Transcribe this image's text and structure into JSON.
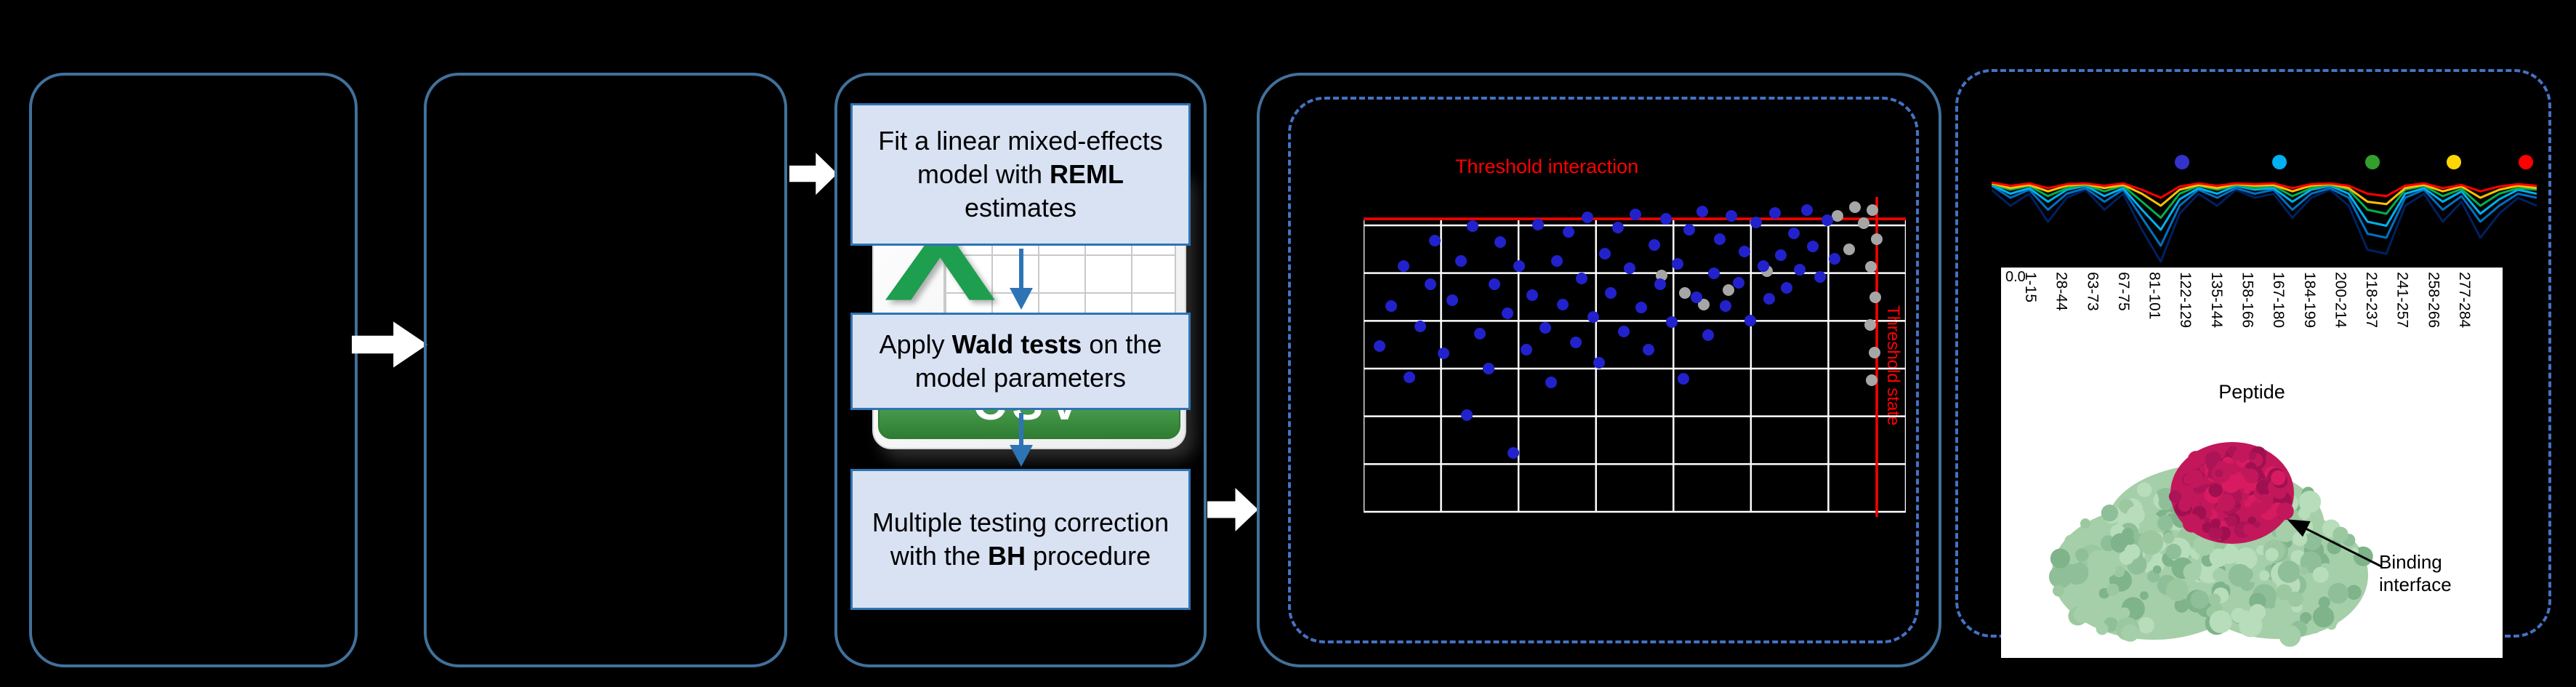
{
  "panels": {
    "csv": {
      "excel_letter": "X",
      "banner_label": "CSV"
    },
    "steps": [
      {
        "pre": "Fit a linear mixed-effects model with ",
        "bold": "REML",
        "post": " estimates"
      },
      {
        "pre": "Apply ",
        "bold": "Wald tests",
        "post": " on the model parameters"
      },
      {
        "pre": "Multiple testing correction with the ",
        "bold": "BH",
        "post": " procedure"
      }
    ],
    "scatter": {
      "type": "scatter",
      "threshold_interaction": "Threshold interaction",
      "threshold_state": "Threshold state",
      "threshold_color": "#FF0000",
      "significant_color": "#2222CC",
      "nonsignificant_color": "#A6A6A6",
      "grid_color": "#FFFFFF",
      "hline_y": 30,
      "vline_x": 706,
      "grid": {
        "v_lines": 8,
        "h_lines": 7
      },
      "blue_points": [
        [
          22,
          205
        ],
        [
          38,
          150
        ],
        [
          55,
          95
        ],
        [
          63,
          248
        ],
        [
          78,
          178
        ],
        [
          92,
          120
        ],
        [
          98,
          60
        ],
        [
          110,
          215
        ],
        [
          122,
          142
        ],
        [
          134,
          88
        ],
        [
          142,
          300
        ],
        [
          150,
          40
        ],
        [
          160,
          188
        ],
        [
          172,
          236
        ],
        [
          180,
          120
        ],
        [
          188,
          62
        ],
        [
          198,
          160
        ],
        [
          206,
          352
        ],
        [
          214,
          95
        ],
        [
          224,
          210
        ],
        [
          232,
          135
        ],
        [
          240,
          38
        ],
        [
          250,
          180
        ],
        [
          258,
          255
        ],
        [
          266,
          88
        ],
        [
          274,
          148
        ],
        [
          282,
          48
        ],
        [
          292,
          200
        ],
        [
          300,
          112
        ],
        [
          308,
          28
        ],
        [
          316,
          165
        ],
        [
          324,
          228
        ],
        [
          332,
          78
        ],
        [
          340,
          132
        ],
        [
          350,
          42
        ],
        [
          358,
          185
        ],
        [
          366,
          98
        ],
        [
          374,
          24
        ],
        [
          382,
          152
        ],
        [
          392,
          210
        ],
        [
          400,
          66
        ],
        [
          408,
          120
        ],
        [
          416,
          30
        ],
        [
          424,
          172
        ],
        [
          432,
          92
        ],
        [
          440,
          250
        ],
        [
          448,
          45
        ],
        [
          458,
          138
        ],
        [
          466,
          20
        ],
        [
          474,
          190
        ],
        [
          482,
          105
        ],
        [
          490,
          58
        ],
        [
          498,
          150
        ],
        [
          506,
          26
        ],
        [
          516,
          118
        ],
        [
          524,
          75
        ],
        [
          532,
          170
        ],
        [
          540,
          35
        ],
        [
          550,
          95
        ],
        [
          558,
          140
        ],
        [
          566,
          22
        ],
        [
          574,
          80
        ],
        [
          582,
          125
        ],
        [
          592,
          50
        ],
        [
          600,
          100
        ],
        [
          610,
          18
        ],
        [
          618,
          68
        ],
        [
          628,
          110
        ],
        [
          638,
          32
        ],
        [
          648,
          85
        ]
      ],
      "gray_points": [
        [
          700,
          18
        ],
        [
          706,
          58
        ],
        [
          698,
          96
        ],
        [
          704,
          138
        ],
        [
          697,
          176
        ],
        [
          703,
          214
        ],
        [
          699,
          252
        ],
        [
          688,
          36
        ],
        [
          676,
          14
        ],
        [
          668,
          72
        ],
        [
          652,
          26
        ],
        [
          555,
          102
        ],
        [
          502,
          128
        ],
        [
          468,
          148
        ],
        [
          442,
          132
        ],
        [
          410,
          108
        ]
      ]
    },
    "uptake": {
      "type": "line",
      "dot_markers": [
        {
          "x": 262,
          "color": "#3333CC"
        },
        {
          "x": 396,
          "color": "#00B0F0"
        },
        {
          "x": 524,
          "color": "#33A02C"
        },
        {
          "x": 636,
          "color": "#FFD700"
        },
        {
          "x": 735,
          "color": "#FF0000"
        }
      ],
      "series": [
        {
          "color": "#002060",
          "values": [
            0.1,
            0.3,
            0.15,
            0.5,
            0.2,
            0.1,
            0.35,
            0.15,
            0.6,
            1.0,
            0.4,
            0.15,
            0.3,
            0.1,
            0.2,
            0.15,
            0.45,
            0.2,
            0.1,
            0.3,
            0.85,
            0.9,
            0.3,
            0.15,
            0.5,
            0.25,
            0.7,
            0.4,
            0.2,
            0.3
          ]
        },
        {
          "color": "#0070C0",
          "values": [
            0.05,
            0.2,
            0.1,
            0.35,
            0.15,
            0.08,
            0.25,
            0.1,
            0.45,
            0.8,
            0.3,
            0.1,
            0.2,
            0.08,
            0.15,
            0.1,
            0.35,
            0.15,
            0.08,
            0.2,
            0.65,
            0.7,
            0.2,
            0.1,
            0.35,
            0.18,
            0.5,
            0.3,
            0.15,
            0.2
          ]
        },
        {
          "color": "#00B0F0",
          "values": [
            0.04,
            0.15,
            0.08,
            0.25,
            0.1,
            0.05,
            0.18,
            0.08,
            0.35,
            0.6,
            0.22,
            0.08,
            0.15,
            0.05,
            0.1,
            0.08,
            0.25,
            0.1,
            0.05,
            0.15,
            0.5,
            0.55,
            0.15,
            0.08,
            0.25,
            0.12,
            0.4,
            0.22,
            0.1,
            0.15
          ]
        },
        {
          "color": "#00B050",
          "values": [
            0.03,
            0.1,
            0.05,
            0.18,
            0.08,
            0.04,
            0.12,
            0.05,
            0.25,
            0.45,
            0.15,
            0.05,
            0.1,
            0.04,
            0.08,
            0.05,
            0.18,
            0.08,
            0.04,
            0.1,
            0.35,
            0.4,
            0.1,
            0.05,
            0.18,
            0.09,
            0.3,
            0.15,
            0.08,
            0.1
          ]
        },
        {
          "color": "#FFC000",
          "values": [
            0.02,
            0.08,
            0.04,
            0.12,
            0.05,
            0.03,
            0.08,
            0.04,
            0.15,
            0.3,
            0.1,
            0.04,
            0.08,
            0.03,
            0.05,
            0.04,
            0.12,
            0.05,
            0.03,
            0.08,
            0.25,
            0.28,
            0.08,
            0.04,
            0.12,
            0.06,
            0.2,
            0.1,
            0.05,
            0.08
          ]
        },
        {
          "color": "#FF0000",
          "values": [
            0.01,
            0.05,
            0.02,
            0.08,
            0.03,
            0.02,
            0.05,
            0.02,
            0.1,
            0.2,
            0.06,
            0.02,
            0.05,
            0.02,
            0.03,
            0.02,
            0.08,
            0.03,
            0.02,
            0.05,
            0.15,
            0.18,
            0.05,
            0.02,
            0.08,
            0.04,
            0.12,
            0.06,
            0.03,
            0.05
          ]
        }
      ],
      "y_tick": "0.0"
    },
    "peptide": {
      "axis_title": "Peptide",
      "labels": [
        "1-15",
        "28-44",
        "63-73",
        "67-75",
        "81-101",
        "122-129",
        "135-144",
        "158-166",
        "167-180",
        "184-199",
        "200-214",
        "218-237",
        "241-257",
        "258-266",
        "277-284"
      ],
      "binding_label": "Binding interface"
    },
    "protein": {
      "body_color": "#A5CFA8",
      "binding_color": "#C2185B"
    }
  }
}
